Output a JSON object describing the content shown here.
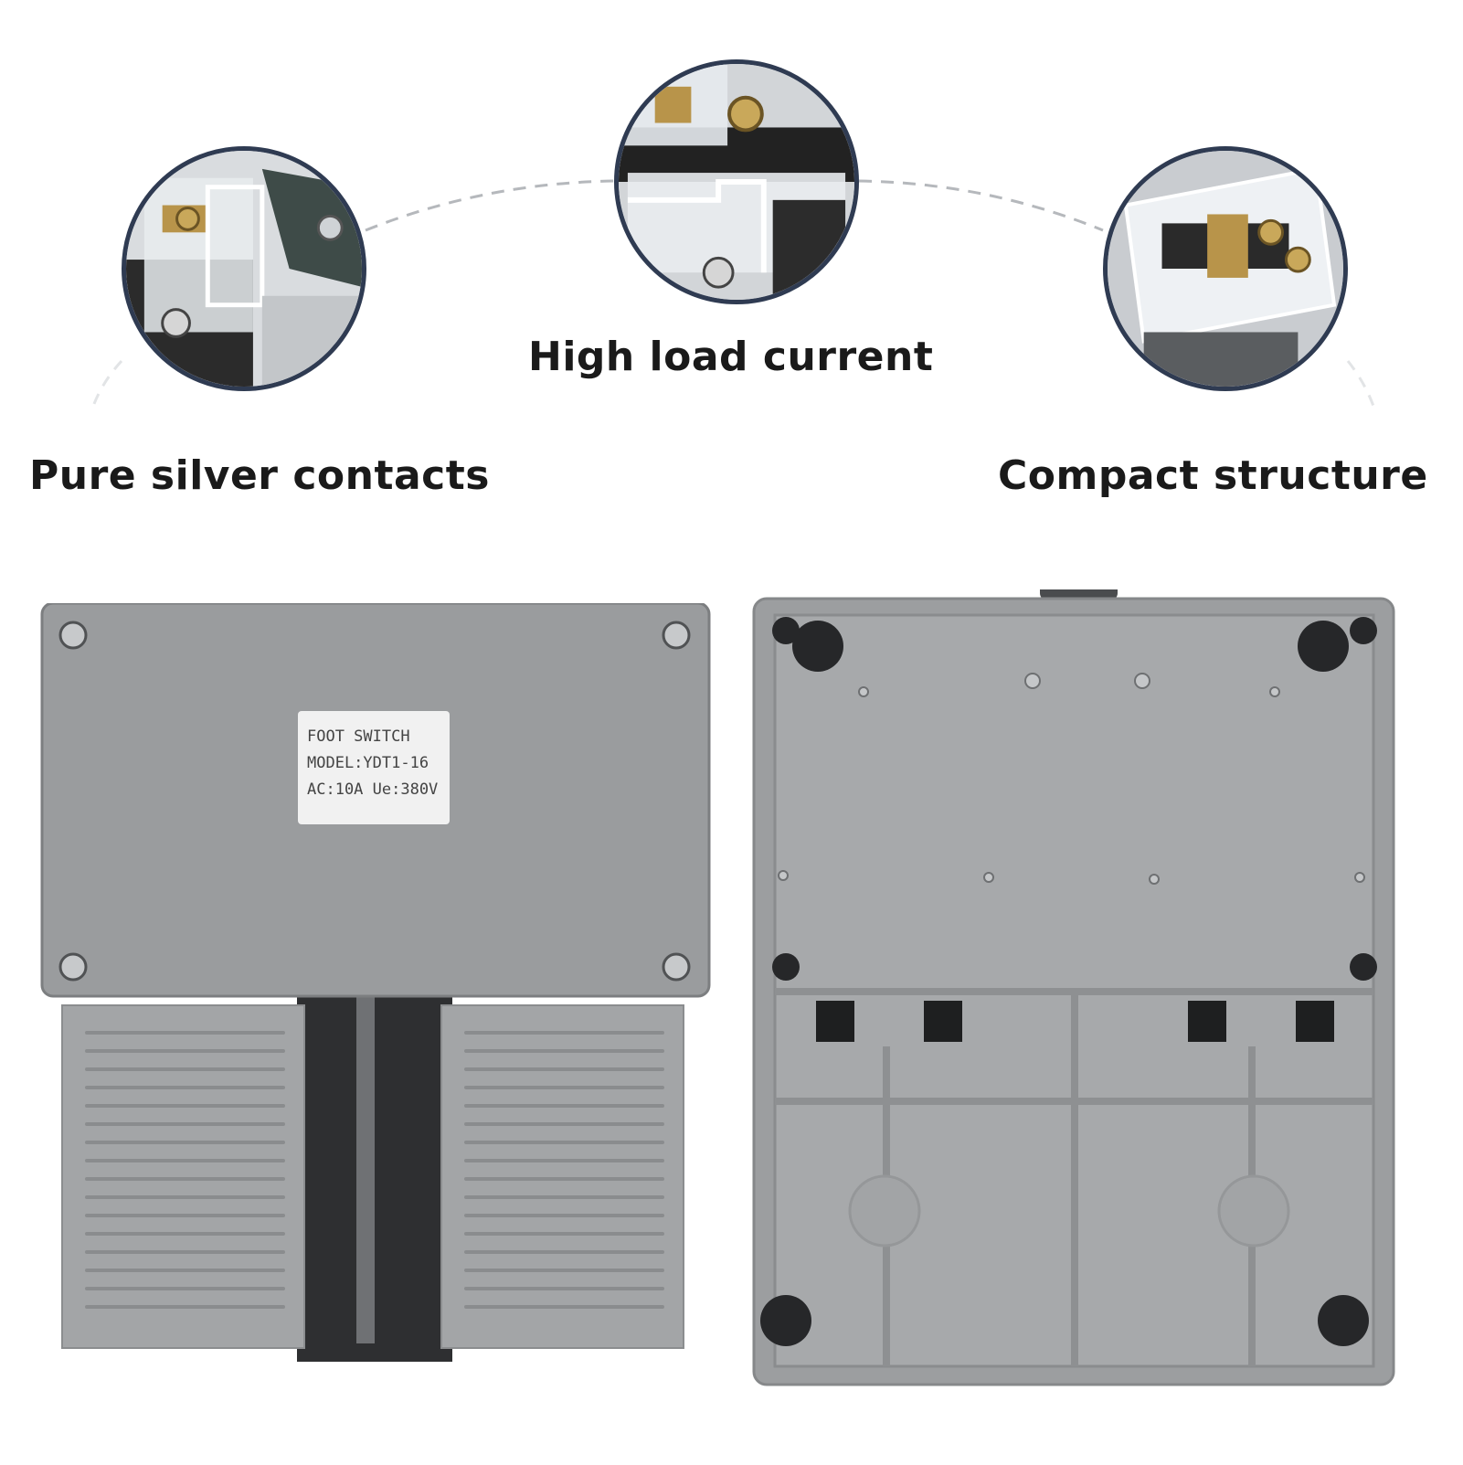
{
  "features": {
    "left": "Pure silver contacts",
    "center": "High load current",
    "right": "Compact structure"
  },
  "product_label": {
    "line1": "FOOT SWITCH",
    "line2": "MODEL:YDT1-16",
    "line3": "AC:10A Ue:380V"
  },
  "colors": {
    "circle_border": "#2f3b52",
    "housing": "#9a9c9e",
    "pedal": "#a3a5a7"
  }
}
